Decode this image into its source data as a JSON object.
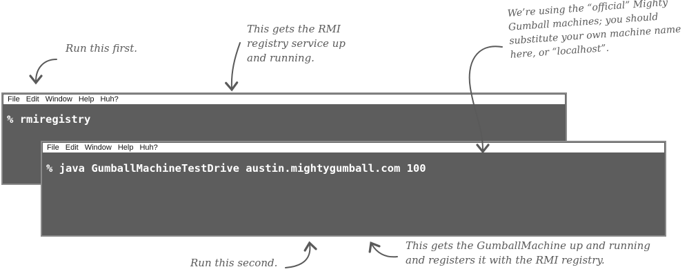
{
  "terminal_back": {
    "menu": [
      "File",
      "Edit",
      "Window",
      "Help",
      "Huh?"
    ],
    "prompt": "%",
    "command": "rmiregistry"
  },
  "terminal_front": {
    "menu": [
      "File",
      "Edit",
      "Window",
      "Help",
      "Huh?"
    ],
    "prompt": "%",
    "command": "java GumballMachineTestDrive austin.mightygumball.com 100"
  },
  "annotations": {
    "run_first": "Run this first.",
    "rmi_registry_note": "This gets the RMI\nregistry service up\nand running.",
    "official_note": "We’re using the “official” Mighty\nGumball machines; you should\nsubstitute your own machine name\nhere, or “localhost”.",
    "run_second": "Run this second.",
    "gumball_note": "This gets the GumballMachine up and running\nand registers it with the RMI registry."
  },
  "colors": {
    "terminal_bg": "#5d5d5d",
    "terminal_border": "#8a8a8a",
    "menubar_bg": "#ffffff",
    "annotation_ink": "#5a5a5a"
  }
}
